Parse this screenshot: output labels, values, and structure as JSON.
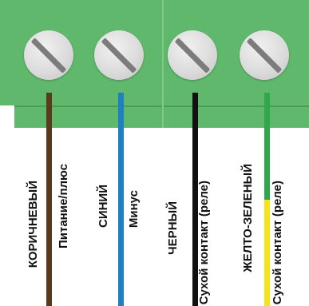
{
  "terminals": [
    {
      "color_label": "КОРИЧНЕВЫЙ",
      "function_label": "Питание/плюс",
      "wire_color": "#5a3a1c"
    },
    {
      "color_label": "СИНИЙ",
      "function_label": "Минус",
      "wire_color": "#1f7fc4"
    },
    {
      "color_label": "ЧЕРНЫЙ",
      "function_label": "Сухой контакт (реле)",
      "wire_color": "#111111"
    },
    {
      "color_label": "ЖЕЛТО-ЗЕЛЕНЫЙ",
      "function_label": "Сухой контакт (реле)",
      "wire_color": "#2fa84a",
      "wire_color_secondary": "#f3e51c"
    }
  ],
  "colors": {
    "terminal_block": "#5fb86b",
    "screw": "#dcdcdc",
    "screw_slot": "#7c7c7c"
  }
}
